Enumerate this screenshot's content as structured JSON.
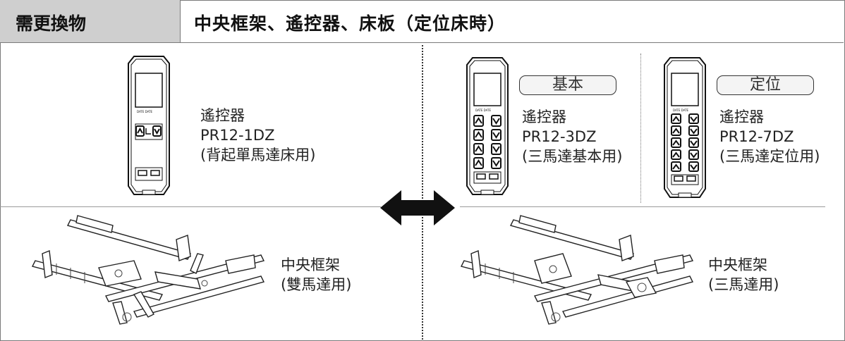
{
  "header": {
    "label": "需更換物",
    "title": "中央框架、遙控器、床板（定位床時）"
  },
  "remote1": {
    "name": "遙控器",
    "model": "PR12-1DZ",
    "desc": "(背起單馬達床用)"
  },
  "remote2": {
    "tag": "基本",
    "name": "遙控器",
    "model": "PR12-3DZ",
    "desc": "(三馬達基本用)"
  },
  "remote3": {
    "tag": "定位",
    "name": "遙控器",
    "model": "PR12-7DZ",
    "desc": "(三馬達定位用)"
  },
  "frame_left": {
    "name": "中央框架",
    "desc": "(雙馬達用)"
  },
  "frame_right": {
    "name": "中央框架",
    "desc": "(三馬達用)"
  },
  "icons": {
    "swap": "double-arrow-icon"
  }
}
